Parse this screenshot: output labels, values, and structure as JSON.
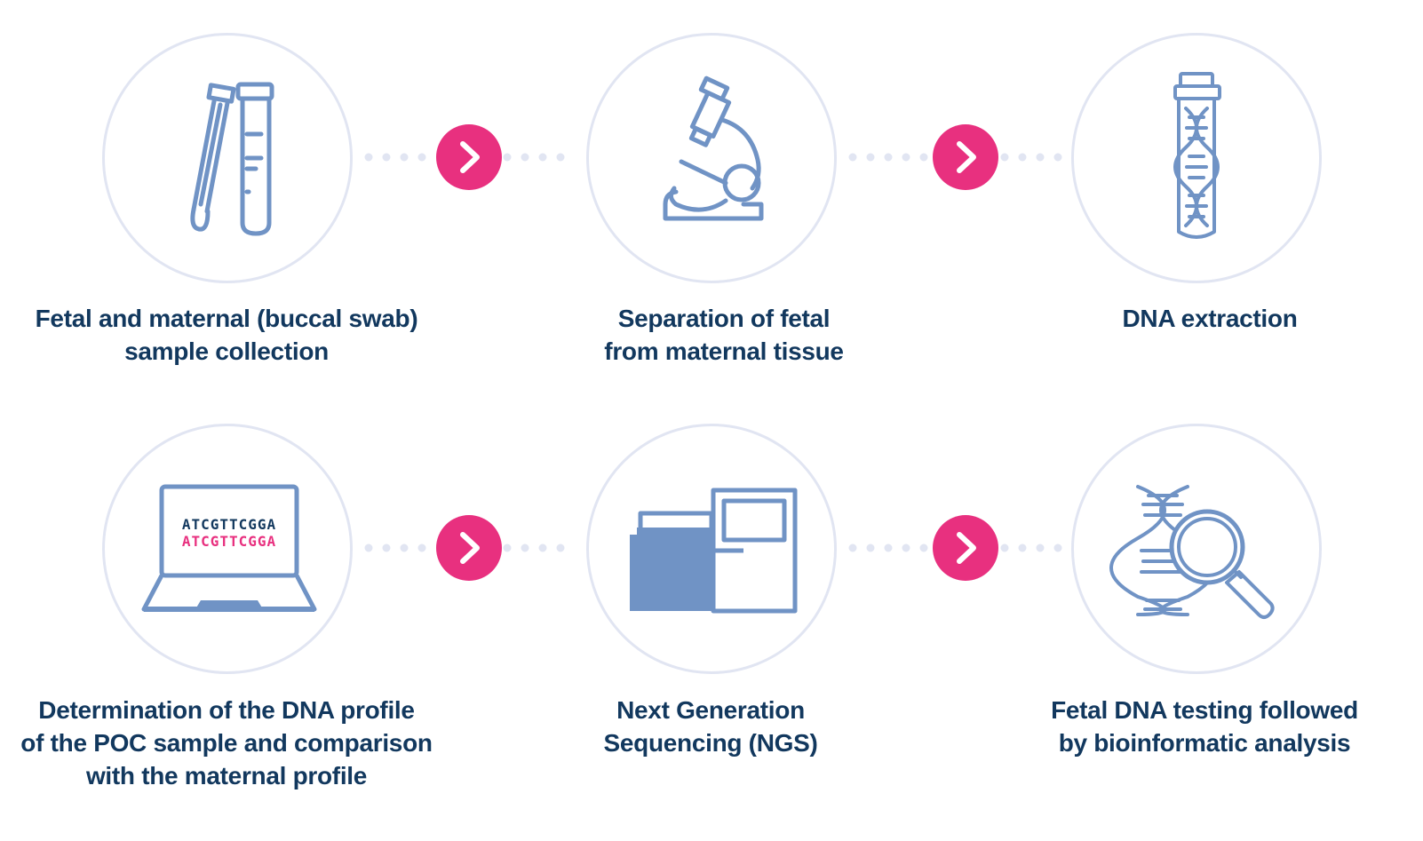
{
  "steps": [
    {
      "id": "sample-collection",
      "icon": "test-tubes-icon",
      "label_lines": [
        "Fetal and maternal (buccal swab)",
        "sample collection"
      ]
    },
    {
      "id": "separation",
      "icon": "microscope-icon",
      "label_lines": [
        "Separation of fetal",
        "from maternal tissue"
      ]
    },
    {
      "id": "dna-extraction",
      "icon": "dna-tube-icon",
      "label_lines": [
        "DNA extraction"
      ]
    },
    {
      "id": "dna-profile",
      "icon": "laptop-icon",
      "label_lines": [
        "Determination of the DNA profile",
        "of the POC sample and comparison",
        "with the maternal profile"
      ],
      "screen_lines": [
        "ATCGTTCGGA",
        "ATCGTTCGGA"
      ]
    },
    {
      "id": "ngs",
      "icon": "sequencer-icon",
      "label_lines": [
        "Next Generation",
        "Sequencing (NGS)"
      ]
    },
    {
      "id": "fetal-dna-testing",
      "icon": "dna-magnifier-icon",
      "label_lines": [
        "Fetal DNA testing followed",
        "by bioinformatic analysis"
      ]
    }
  ],
  "colors": {
    "icon": "#7093c5",
    "circle_border": "#e1e5f2",
    "accent": "#e8307f",
    "text": "#12385e",
    "dots": "#e1e5f2"
  }
}
